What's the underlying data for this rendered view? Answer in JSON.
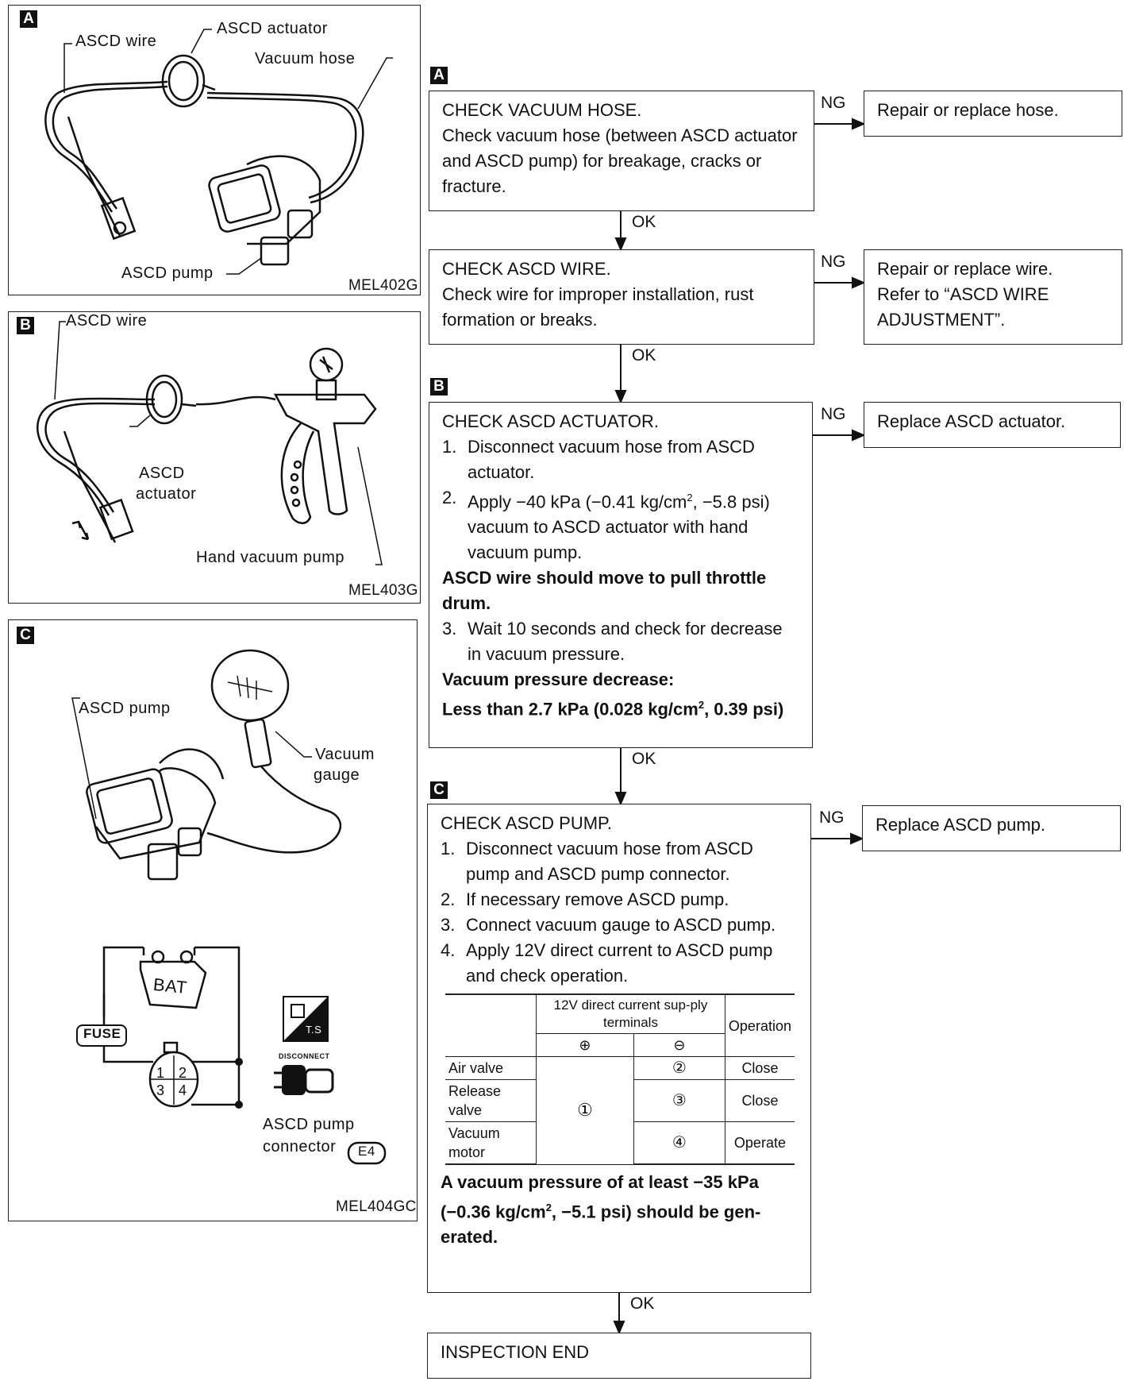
{
  "panels": {
    "a": {
      "tag": "A",
      "labels": {
        "wire": "ASCD wire",
        "actuator": "ASCD actuator",
        "hose": "Vacuum hose",
        "pump": "ASCD pump"
      },
      "code": "MEL402G"
    },
    "b": {
      "tag": "B",
      "labels": {
        "wire": "ASCD wire",
        "actuator": "ASCD",
        "actuator2": "actuator",
        "pump": "Hand vacuum pump"
      },
      "code": "MEL403G"
    },
    "c": {
      "tag": "C",
      "labels": {
        "pump": "ASCD pump",
        "gauge": "Vacuum",
        "gauge2": "gauge",
        "bat": "BAT",
        "fuse": "FUSE",
        "ts": "T.S",
        "disconnect": "DISCONNECT",
        "connector": "ASCD pump",
        "connector2": "connector",
        "connector_id": "E4",
        "pin1": "1",
        "pin2": "2",
        "pin3": "3",
        "pin4": "4"
      },
      "code": "MEL404GC"
    }
  },
  "flow": {
    "tags": {
      "a": "A",
      "b": "B",
      "c": "C"
    },
    "edges": {
      "ng": "NG",
      "ok": "OK"
    },
    "hose": {
      "title": "CHECK VACUUM HOSE.",
      "body": "Check vacuum hose (between ASCD actuator and ASCD pump) for breakage, cracks or fracture.",
      "ng_result": "Repair or replace hose."
    },
    "wire": {
      "title": "CHECK ASCD WIRE.",
      "body": "Check wire for improper installation, rust formation or breaks.",
      "ng_result1": "Repair or replace wire.",
      "ng_result2": "Refer to “ASCD WIRE ADJUSTMENT”."
    },
    "actuator": {
      "title": "CHECK ASCD ACTUATOR.",
      "s1n": "1.",
      "s1": "Disconnect vacuum hose from ASCD actuator.",
      "s2n": "2.",
      "s2a": "Apply −40 kPa (−0.41 kg/cm",
      "s2sup": "2",
      "s2b": ", −5.8 psi) vacuum to ASCD actuator with hand vacuum pump.",
      "note1": "ASCD wire should move to pull throttle drum.",
      "s3n": "3.",
      "s3": "Wait 10 seconds and check for decrease in vacuum pressure.",
      "spec_title": "Vacuum pressure decrease:",
      "spec_a": "Less than 2.7 kPa (0.028 kg/cm",
      "spec_sup": "2",
      "spec_b": ", 0.39 psi)",
      "ng_result": "Replace ASCD actuator."
    },
    "pump": {
      "title": "CHECK ASCD PUMP.",
      "s1n": "1.",
      "s1": "Disconnect vacuum hose from ASCD pump and ASCD pump connector.",
      "s2n": "2.",
      "s2": "If necessary remove ASCD pump.",
      "s3n": "3.",
      "s3": "Connect vacuum gauge to ASCD pump.",
      "s4n": "4.",
      "s4": "Apply 12V direct current to ASCD pump and check operation.",
      "table": {
        "h_terminals": "12V direct current sup-ply terminals",
        "h_operation": "Operation",
        "h_plus": "⊕",
        "h_minus": "⊖",
        "rows": [
          {
            "item": "Air valve",
            "minus": "②",
            "op": "Close"
          },
          {
            "item": "Release valve",
            "minus": "③",
            "op": "Close"
          },
          {
            "item": "Vacuum motor",
            "minus": "④",
            "op": "Operate"
          }
        ],
        "plus": "①"
      },
      "spec_a": "A vacuum pressure of at least −35 kPa (−0.36 kg/cm",
      "spec_sup": "2",
      "spec_b": ", −5.1 psi) should be gen-erated.",
      "ng_result": "Replace ASCD pump."
    },
    "end": "INSPECTION END"
  }
}
